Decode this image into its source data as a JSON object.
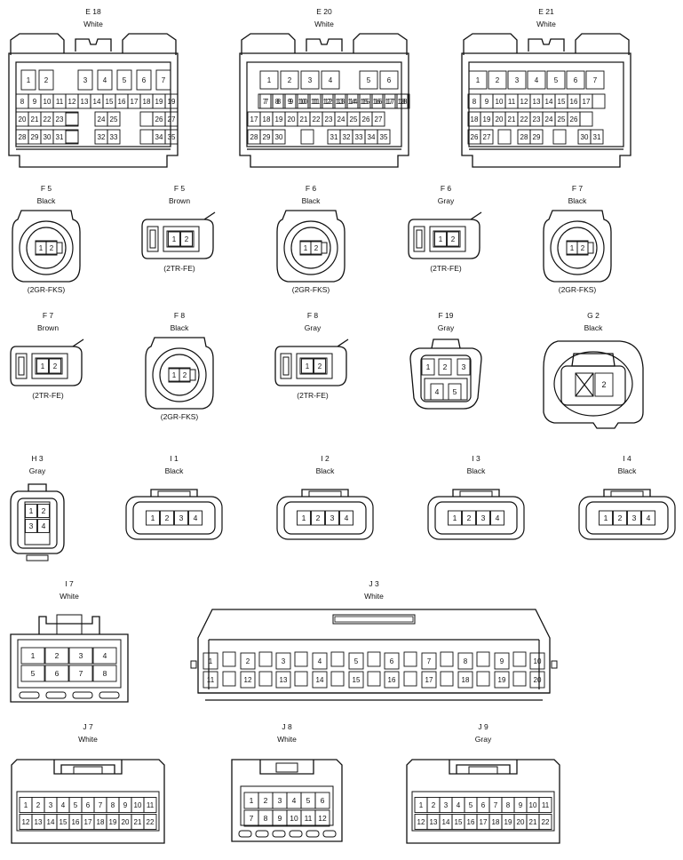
{
  "connectors": [
    {
      "id": "E18",
      "code": "E 18",
      "color": "White",
      "pins": [
        "1",
        "2",
        "3",
        "4",
        "5",
        "6",
        "7",
        "8",
        "9",
        "10",
        "11",
        "12",
        "13",
        "14",
        "15",
        "16",
        "17",
        "18",
        "19",
        "20",
        "21",
        "22",
        "23",
        "24",
        "25",
        "26",
        "27",
        "28",
        "29",
        "30",
        "31",
        "32",
        "33",
        "34",
        "35"
      ]
    },
    {
      "id": "E20",
      "code": "E 20",
      "color": "White",
      "pins": [
        "1",
        "2",
        "3",
        "4",
        "5",
        "6",
        "7",
        "8",
        "9",
        "10",
        "11",
        "12",
        "13",
        "14",
        "15",
        "16",
        "17",
        "18",
        "19",
        "20",
        "21",
        "22",
        "23",
        "24",
        "25",
        "26",
        "27",
        "28",
        "29",
        "30",
        "31",
        "32",
        "33",
        "34",
        "35"
      ]
    },
    {
      "id": "E21",
      "code": "E 21",
      "color": "White",
      "pins": [
        "1",
        "2",
        "3",
        "4",
        "5",
        "6",
        "7",
        "8",
        "9",
        "10",
        "11",
        "12",
        "13",
        "14",
        "15",
        "16",
        "17",
        "18",
        "19",
        "20",
        "21",
        "22",
        "23",
        "24",
        "25",
        "26",
        "27",
        "28",
        "29",
        "30",
        "31"
      ]
    },
    {
      "id": "F5a",
      "code": "F 5",
      "color": "Black",
      "note": "(2GR-FKS)",
      "pins": [
        "1",
        "2"
      ]
    },
    {
      "id": "F5b",
      "code": "F 5",
      "color": "Brown",
      "note": "(2TR-FE)",
      "pins": [
        "1",
        "2"
      ]
    },
    {
      "id": "F6a",
      "code": "F 6",
      "color": "Black",
      "note": "(2GR-FKS)",
      "pins": [
        "1",
        "2"
      ]
    },
    {
      "id": "F6b",
      "code": "F 6",
      "color": "Gray",
      "note": "(2TR-FE)",
      "pins": [
        "1",
        "2"
      ]
    },
    {
      "id": "F7a",
      "code": "F 7",
      "color": "Black",
      "note": "(2GR-FKS)",
      "pins": [
        "1",
        "2"
      ]
    },
    {
      "id": "F7b",
      "code": "F 7",
      "color": "Brown",
      "note": "(2TR-FE)",
      "pins": [
        "1",
        "2"
      ]
    },
    {
      "id": "F8a",
      "code": "F 8",
      "color": "Black",
      "note": "(2GR-FKS)",
      "pins": [
        "1",
        "2"
      ]
    },
    {
      "id": "F8b",
      "code": "F 8",
      "color": "Gray",
      "note": "(2TR-FE)",
      "pins": [
        "1",
        "2"
      ]
    },
    {
      "id": "F19",
      "code": "F 19",
      "color": "Gray",
      "pins": [
        "1",
        "2",
        "3",
        "4",
        "5"
      ]
    },
    {
      "id": "G2",
      "code": "G 2",
      "color": "Black",
      "pins": [
        "2"
      ]
    },
    {
      "id": "H3",
      "code": "H 3",
      "color": "Gray",
      "pins": [
        "1",
        "2",
        "3",
        "4"
      ]
    },
    {
      "id": "I1",
      "code": "I 1",
      "color": "Black",
      "pins": [
        "1",
        "2",
        "3",
        "4"
      ]
    },
    {
      "id": "I2",
      "code": "I 2",
      "color": "Black",
      "pins": [
        "1",
        "2",
        "3",
        "4"
      ]
    },
    {
      "id": "I3",
      "code": "I 3",
      "color": "Black",
      "pins": [
        "1",
        "2",
        "3",
        "4"
      ]
    },
    {
      "id": "I4",
      "code": "I 4",
      "color": "Black",
      "pins": [
        "1",
        "2",
        "3",
        "4"
      ]
    },
    {
      "id": "I7",
      "code": "I 7",
      "color": "White",
      "pins": [
        "1",
        "2",
        "3",
        "4",
        "5",
        "6",
        "7",
        "8"
      ]
    },
    {
      "id": "J3",
      "code": "J 3",
      "color": "White",
      "pins": [
        "1",
        "2",
        "3",
        "4",
        "5",
        "6",
        "7",
        "8",
        "9",
        "10",
        "11",
        "12",
        "13",
        "14",
        "15",
        "16",
        "17",
        "18",
        "19",
        "20"
      ]
    },
    {
      "id": "J7",
      "code": "J 7",
      "color": "White",
      "pins": [
        "1",
        "2",
        "3",
        "4",
        "5",
        "6",
        "7",
        "8",
        "9",
        "10",
        "11",
        "12",
        "13",
        "14",
        "15",
        "16",
        "17",
        "18",
        "19",
        "20",
        "21",
        "22"
      ]
    },
    {
      "id": "J8",
      "code": "J 8",
      "color": "White",
      "pins": [
        "1",
        "2",
        "3",
        "4",
        "5",
        "6",
        "7",
        "8",
        "9",
        "10",
        "11",
        "12"
      ]
    },
    {
      "id": "J9",
      "code": "J 9",
      "color": "Gray",
      "pins": [
        "1",
        "2",
        "3",
        "4",
        "5",
        "6",
        "7",
        "8",
        "9",
        "10",
        "11",
        "12",
        "13",
        "14",
        "15",
        "16",
        "17",
        "18",
        "19",
        "20",
        "21",
        "22"
      ]
    }
  ]
}
